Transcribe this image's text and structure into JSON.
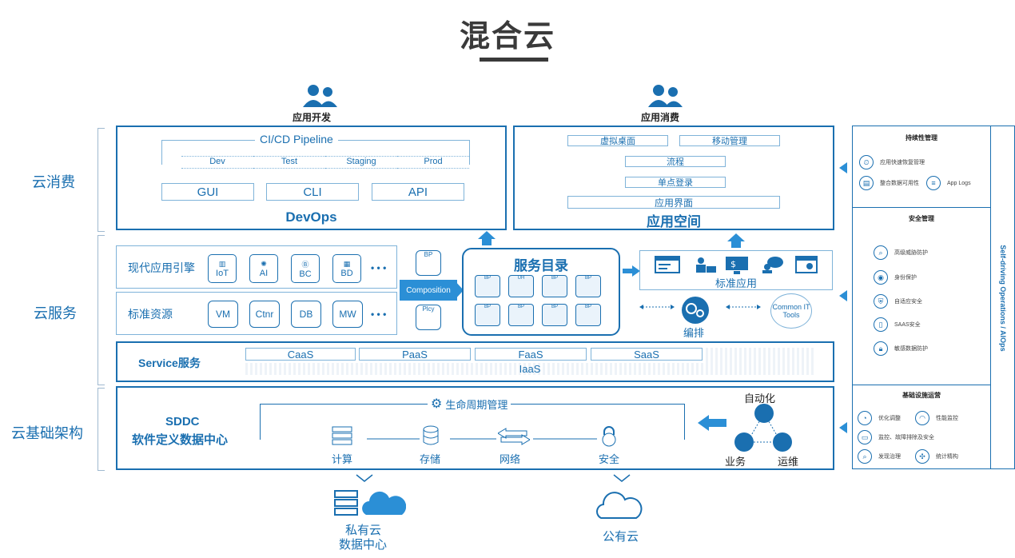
{
  "title": "混合云",
  "layers": {
    "consume": "云消费",
    "service": "云服务",
    "infra": "云基础架构"
  },
  "devops": {
    "header": "应用开发",
    "pipeline_label": "CI/CD Pipeline",
    "stages": [
      "Dev",
      "Test",
      "Staging",
      "Prod"
    ],
    "interfaces": [
      "GUI",
      "CLI",
      "API"
    ],
    "name": "DevOps"
  },
  "appspace": {
    "header": "应用消费",
    "items": [
      "虚拟桌面",
      "移动管理",
      "流程",
      "单点登录",
      "应用界面"
    ],
    "name": "应用空间"
  },
  "services": {
    "modern_engine": "现代应用引擎",
    "modern_icons": [
      "IoT",
      "AI",
      "BC",
      "BD"
    ],
    "standard_resources": "标准资源",
    "resource_icons": [
      "VM",
      "Ctnr",
      "DB",
      "MW"
    ],
    "ellipsis": "• • •",
    "bp_label": "BP",
    "plcy_label": "Plcy",
    "composition": "Composition",
    "catalog_title": "服务目录",
    "catalog_items": [
      "BP",
      "UH",
      "BP",
      "BP",
      "BP",
      "BP",
      "BP",
      "BP"
    ],
    "standard_apps": "标准应用",
    "orchestration": "编排",
    "common_tools": "Common IT Tools"
  },
  "service_row": {
    "name": "Service服务",
    "types": [
      "CaaS",
      "PaaS",
      "FaaS",
      "SaaS"
    ],
    "iaas": "IaaS"
  },
  "sddc": {
    "name_line1": "SDDC",
    "name_line2": "软件定义数据中心",
    "lifecycle": "生命周期管理",
    "components": [
      "计算",
      "存储",
      "网络",
      "安全"
    ],
    "automation": "自动化",
    "business": "业务",
    "ops": "运维"
  },
  "clouds": {
    "private_line1": "私有云",
    "private_line2": "数据中心",
    "public": "公有云"
  },
  "right_panel": {
    "continuity_title": "持续性管理",
    "continuity_items": [
      "应用快速恢复管理",
      "整合数据可用性",
      "App Logs"
    ],
    "security_title": "安全管理",
    "security_items": [
      "高级威胁防护",
      "身份保护",
      "自适应安全",
      "SAAS安全",
      "敏感数据防护"
    ],
    "infra_title": "基础设施运营",
    "infra_items": [
      "优化调整",
      "性能监控",
      "监控、故障排除及安全",
      "发现治理",
      "统计精构"
    ],
    "vertical": "Self-driving Operations / AIOps"
  },
  "colors": {
    "primary": "#1a6fb0",
    "accent": "#2b8fd6",
    "title": "#3a3a3a"
  }
}
